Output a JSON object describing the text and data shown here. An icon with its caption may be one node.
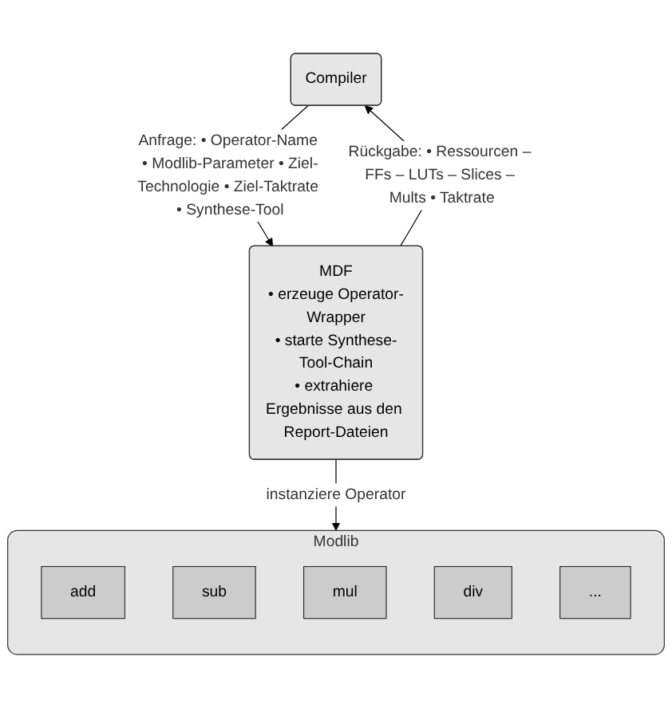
{
  "diagram": {
    "nodes": [
      {
        "text": [
          "Compiler"
        ]
      },
      {
        "text": [
          "MDF",
          "• erzeuge Operator-Wrapper",
          "• starte Synthese-Tool-Chain",
          "• extrahiere Ergebnisse aus den Report-Dateien"
        ]
      },
      {
        "text": [
          "Modlib"
        ]
      },
      {
        "text": [
          "add"
        ],
        "in": 2
      },
      {
        "text": [
          "sub"
        ],
        "in": 2
      },
      {
        "text": [
          "mul"
        ],
        "in": 2
      },
      {
        "text": [
          "div"
        ],
        "in": 2
      },
      {
        "text": [
          "..."
        ],
        "in": 2
      }
    ],
    "edges": [
      {
        "from": 0,
        "to": 1,
        "arrow": "to",
        "label": "Anfrage: • Operator-Name • Modlib-Parameter • Ziel-Technologie • Ziel-Taktrate • Synthese-Tool"
      },
      {
        "from": 1,
        "to": 0,
        "arrow": "to",
        "label": "Rückgabe: • Ressourcen – FFs – LUTs – Slices – Mults • Taktrate"
      },
      {
        "from": 1,
        "to": 2,
        "arrow": "to",
        "label": "instanziere Operator"
      }
    ]
  }
}
